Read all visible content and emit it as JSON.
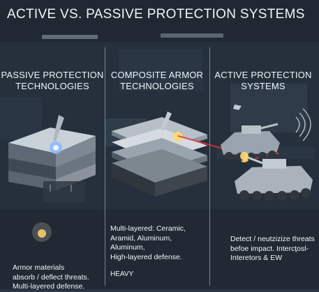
{
  "title": "ACTIVE VS. PASSIVE PROTECTION SYSTEMS",
  "columns": [
    {
      "heading_line1": "PASSIVE PROTECTION",
      "heading_line2": "TECHNOLOGIES",
      "text_lines": [
        "Armor materials",
        "absorb / deflect threats.",
        "Multi-layered defense."
      ]
    },
    {
      "heading_line1": "COMPOSITE ARMOR",
      "heading_line2": "TECHNOLOGIES",
      "text_lines": [
        "Multi-layered: Ceramic,",
        "Aramid, Aluminum,",
        "Aluminum,",
        "High-layered defense."
      ],
      "tag": "HEAVY"
    },
    {
      "heading_line1": "ACTIVE PROTECTION",
      "heading_line2": "SYSTEMS",
      "text_lines": [
        "Detect / neutzizize threats",
        "befoe impact. Intercţosl-",
        "Interetors & EW"
      ]
    }
  ],
  "icons": {
    "passive": "armor-block-icon",
    "composite": "layered-plates-icon",
    "active": "armored-vehicles-icon"
  },
  "colors": {
    "background": "#24303d",
    "text": "#f1f5f9",
    "laser": "#e0303a",
    "flash": "#ffd86b"
  }
}
